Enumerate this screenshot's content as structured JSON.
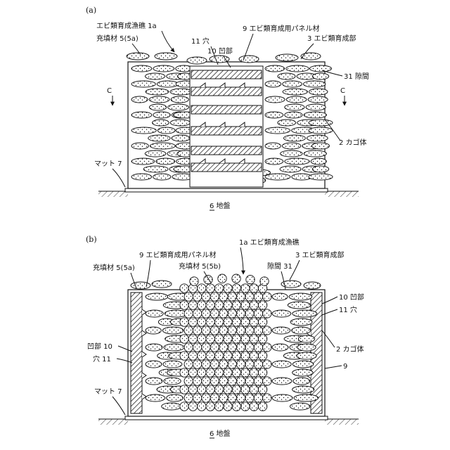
{
  "panel_a": {
    "panel_label": "(a)",
    "labels": {
      "reef": "エビ類育成漁礁 1a",
      "fill": "充填材 5(5a)",
      "hole": "11 穴",
      "recess": "10 凹部",
      "panel": "9 エビ類育成用パネル材",
      "zone": "3 エビ類育成部",
      "gap": "31 隙間",
      "basket": "2 カゴ体",
      "mat": "マット 7",
      "section_left": "C",
      "section_right": "C",
      "ground": "6 地盤"
    }
  },
  "panel_b": {
    "panel_label": "(b)",
    "labels": {
      "reef": "1a エビ類育成漁礁",
      "panel": "9 エビ類育成用パネル材",
      "zone": "3 エビ類育成部",
      "fill_a": "充填材 5(5a)",
      "fill_b": "充填材 5(5b)",
      "gap": "隙間 31",
      "recess_right": "10 凹部",
      "hole_right": "11 穴",
      "recess_left": "凹部 10",
      "hole_left": "穴 11",
      "basket": "2 カゴ体",
      "panel_num": "9",
      "mat": "マット 7",
      "ground": "6 地盤"
    }
  }
}
